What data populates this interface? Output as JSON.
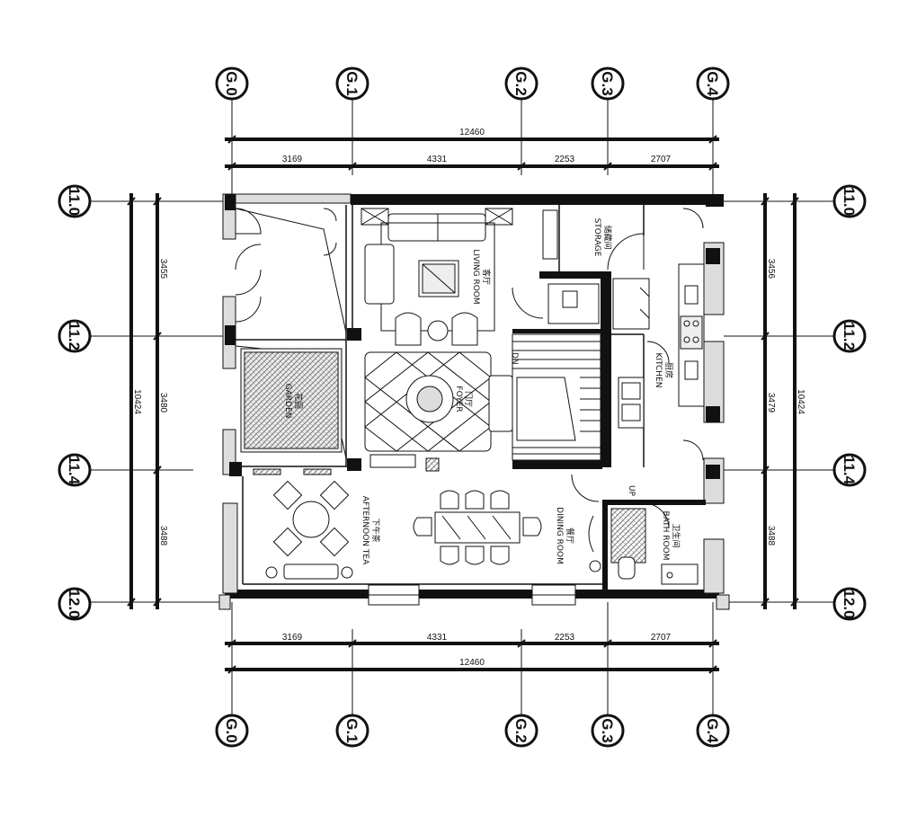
{
  "grid_top": [
    "G.0",
    "G.1",
    "G.2",
    "G.3",
    "G.4"
  ],
  "grid_bottom": [
    "G.0",
    "G.1",
    "G.2",
    "G.3",
    "G.4"
  ],
  "grid_left": [
    "11.0",
    "11.2",
    "11.4",
    "12.0"
  ],
  "grid_right": [
    "11.0",
    "11.2",
    "11.4",
    "12.0"
  ],
  "dims_top": {
    "total": "12460",
    "segments": [
      "3169",
      "4331",
      "2253",
      "2707"
    ]
  },
  "dims_bottom": {
    "total": "12460",
    "segments": [
      "3169",
      "4331",
      "2253",
      "2707"
    ]
  },
  "dims_left": {
    "total": "10424",
    "segments": [
      "3455",
      "3480",
      "3488"
    ]
  },
  "dims_right": {
    "total": "10424",
    "segments": [
      "3456",
      "3479",
      "3488"
    ]
  },
  "rooms": {
    "living_cn": "客厅",
    "living_en": "LIVING ROOM",
    "foyer_cn": "门厅",
    "foyer_en": "FOYER",
    "garden_cn": "花园",
    "garden_en": "GARDEN",
    "afternoon_cn": "下午茶",
    "afternoon_en": "AFTERNOON TEA",
    "dining_cn": "餐厅",
    "dining_en": "DINING ROOM",
    "kitchen_cn": "厨房",
    "kitchen_en": "KITCHEN",
    "storage_cn": "储藏间",
    "storage_en": "STORAGE",
    "bath_cn": "卫生间",
    "bath_en": "BATH ROOM"
  },
  "stair_labels": {
    "dn": "DN",
    "up": "UP"
  }
}
